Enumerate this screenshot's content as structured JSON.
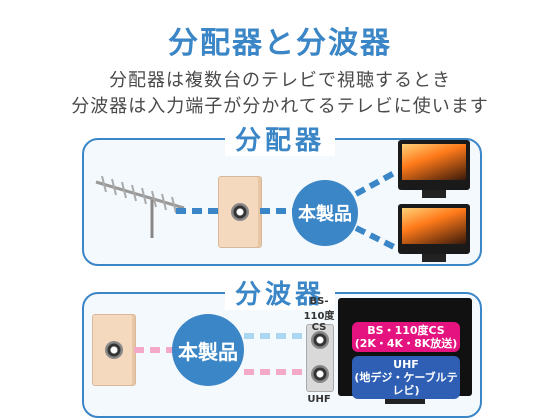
{
  "title": "分配器と分波器",
  "description_line1": "分配器は複数台のテレビで視聴するとき",
  "description_line2": "分波器は入力端子が分かれてるテレビに使います",
  "splitter": {
    "label": "分配器",
    "product_label": "本製品"
  },
  "demux": {
    "label": "分波器",
    "product_label": "本製品",
    "port_top_label_line1": "BS-",
    "port_top_label_line2": "110度CS",
    "port_bottom_label": "UHF",
    "badge_bs_line1": "BS・110度CS",
    "badge_bs_line2": "(2K・4K・8K放送)",
    "badge_uhf_line1": "UHF",
    "badge_uhf_line2": "(地デジ・ケーブルテレビ)"
  },
  "colors": {
    "accent": "#3b86c6",
    "badge_bs": "#e4137f",
    "badge_uhf": "#2e5fb4",
    "line_pink": "#f4a9c9",
    "line_lightblue": "#a9d6f0"
  }
}
